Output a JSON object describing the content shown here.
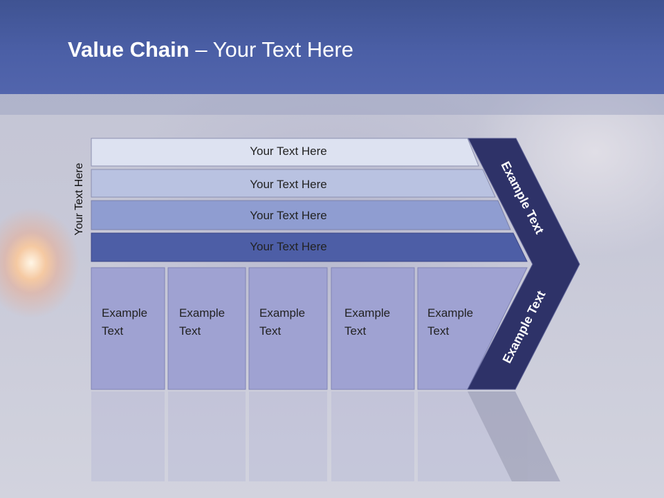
{
  "slide": {
    "title_bold": "Value Chain",
    "title_rest": " – Your Text Here",
    "side_label": "Your Text Here"
  },
  "rows": [
    {
      "label": "Your Text Here"
    },
    {
      "label": "Your Text Here"
    },
    {
      "label": "Your Text Here"
    },
    {
      "label": "Your Text Here"
    }
  ],
  "columns": [
    {
      "line1": "Example",
      "line2": "Text"
    },
    {
      "line1": "Example",
      "line2": "Text"
    },
    {
      "line1": "Example",
      "line2": "Text"
    },
    {
      "line1": "Example",
      "line2": "Text"
    },
    {
      "line1": "Example",
      "line2": "Text"
    }
  ],
  "arrow": {
    "upper_label": "Example Text",
    "lower_label": "Example Text"
  },
  "colors": {
    "header": "#4b5fa6",
    "row1": "#dde2f1",
    "row2": "#b9c2e1",
    "row3": "#8f9dd1",
    "row4": "#4d5ea6",
    "column": "#9fa2d2",
    "arrow": "#2e3268"
  }
}
